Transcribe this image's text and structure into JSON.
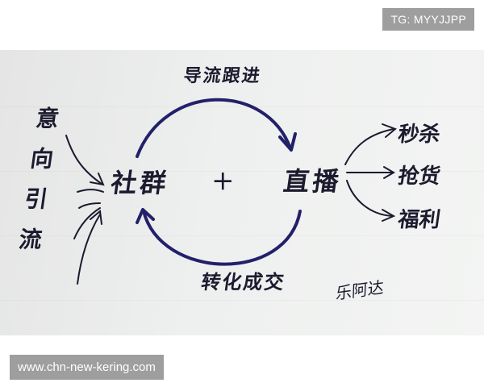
{
  "badges": {
    "tg": "TG: MYYJJPP",
    "website": "www.chn-new-kering.com"
  },
  "diagram": {
    "left_vertical": "意向引流",
    "node_left": "社群",
    "plus": "+",
    "node_right": "直播",
    "arc_top": "导流跟进",
    "arc_bottom": "转化成交",
    "outputs": [
      "秒杀",
      "抢货",
      "福利"
    ],
    "signature": "乐阿达",
    "ink_color": "#1c1a40",
    "arc_color": "#23206a"
  }
}
